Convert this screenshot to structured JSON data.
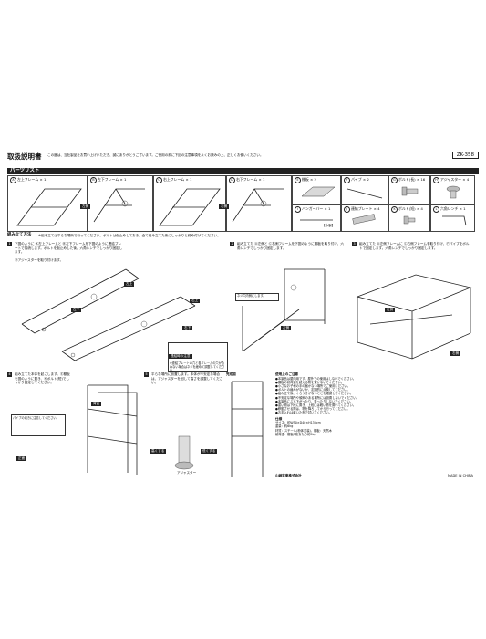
{
  "header": {
    "title": "取扱説明書",
    "model": "ZK-358",
    "intro": "この度は、当社製品をお買い上げいただき、誠にありがとうございます。ご使用の前に下記の注意事項をよくお読みの上、正しくお使いください。"
  },
  "parts_section": {
    "heading": "パーツリスト",
    "parts": [
      {
        "id": "A",
        "label": "左上フレーム × 1"
      },
      {
        "id": "B",
        "label": "左下フレーム × 1"
      },
      {
        "id": "C",
        "label": "右上フレーム × 1"
      },
      {
        "id": "D",
        "label": "右下フレーム × 1"
      },
      {
        "id": "E",
        "label": "棚板 × 2"
      },
      {
        "id": "F",
        "label": "パイプ × 2"
      },
      {
        "id": "G",
        "label": "ボルト(長) × 16"
      },
      {
        "id": "H",
        "label": "アジャスター × 4"
      },
      {
        "id": "I",
        "label": "ハンガーバー × 1"
      },
      {
        "id": "J",
        "label": "連結プレート × 4"
      },
      {
        "id": "K",
        "label": "ボルト(短) × 4"
      },
      {
        "id": "L",
        "label": "六角レンチ × 1"
      }
    ],
    "side_left": "左側",
    "side_right": "右側",
    "wood_label": "【木製】"
  },
  "assembly": {
    "heading": "組み立て方法",
    "intro": "※組み立ては平らな場所で行ってください。ボルトは仮止めしておき、全て組み立てた後にしっかりと締め付けてください。",
    "step1": {
      "num": "1",
      "text": "下図のように Ⓐ左上フレームと Ⓑ左下フレームを下図のように連結プレートで接続します。ボルトを仮止めした後、六角レンチでしっかり固定します。",
      "note": "Ⓗアジャスターを取り付けます。",
      "tag_a": "左上",
      "tag_b": "左下",
      "tag_c": "右上",
      "tag_d": "右下",
      "callout": "※連結プレートの穴と各フレームの穴が合わない場合はネジを緩めて調整してください。",
      "callout_title": "連結時の注意"
    },
    "step2": {
      "num": "2",
      "text": "組み立てた Ⓐ左側と Ⓒ右側フレームを下図のように棚板を取り付け、六角レンチでしっかり固定します。",
      "tag": "左側",
      "note": "ネジ穴内側にします。"
    },
    "step3": {
      "num": "3",
      "text": "組み立てた Ⓐ左側フレームに Ⓒ右側フレームを取り付け、Ⓕパイプをボルトで固定します。六角レンチでしっかり固定します。",
      "tag_left": "左側",
      "tag_right": "右側"
    },
    "step4": {
      "num": "4",
      "text": "組み立てた本体を起こします。Ⓔ棚板を図のように置き、Ⓚボルト(短)でしっかり固定してください。",
      "back_label": "背面",
      "note": "パイプの向きに注意してください。",
      "tag_back": "背面",
      "tag_front": "正面"
    },
    "step5": {
      "num": "5",
      "text": "平らな場所に設置します。本体が不安定な場合は、アジャスターを回して高さを調整してください。",
      "tag_up": "高くする",
      "tag_down": "低くする",
      "adjuster": "アジャスター"
    },
    "completed": "完成図"
  },
  "notes": {
    "heading": "使用上のご注意",
    "lines": [
      "●本製品は屋内用です。屋外での使用はしないでください。",
      "●棚板の耐荷重を超える物を置かないでください。",
      "●小さなお子様の手の届かない場所でご使用ください。",
      "●ボルトの緩みがないか、定期的に点検してください。",
      "●組み立て後、ぐらつきがないことを確認してください。",
      "●不安定な場所や傾斜のある場所には設置しないでください。",
      "●本製品にぶら下がったり、乗ったりしないでください。",
      "●重い物は下段に置き、上段には軽い物を置いてください。",
      "●移動させる際は、物を降ろしてから行ってください。",
      "●お手入れは乾いた布で拭いてください。"
    ],
    "spec_heading": "仕様",
    "spec_lines": [
      "サイズ：約W50×D40×H130cm",
      "重量：約6kg",
      "材質：スチール(粉体塗装)、棚板：天然木",
      "耐荷重：棚板1枚あたり約5kg"
    ],
    "company": "山崎実業株式会社",
    "made_in": "MADE IN CHINA"
  }
}
